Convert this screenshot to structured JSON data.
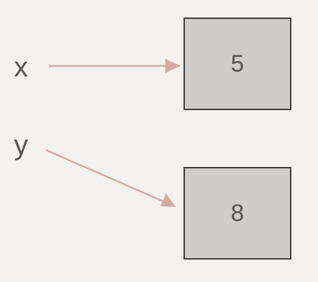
{
  "variables": [
    {
      "name": "x",
      "value": "5"
    },
    {
      "name": "y",
      "value": "8"
    }
  ],
  "colors": {
    "background": "#f3f2ef",
    "box_fill": "#cfcdc9",
    "box_border": "#3c3c3c",
    "arrow": "#d2aaa3",
    "text": "#555555"
  }
}
